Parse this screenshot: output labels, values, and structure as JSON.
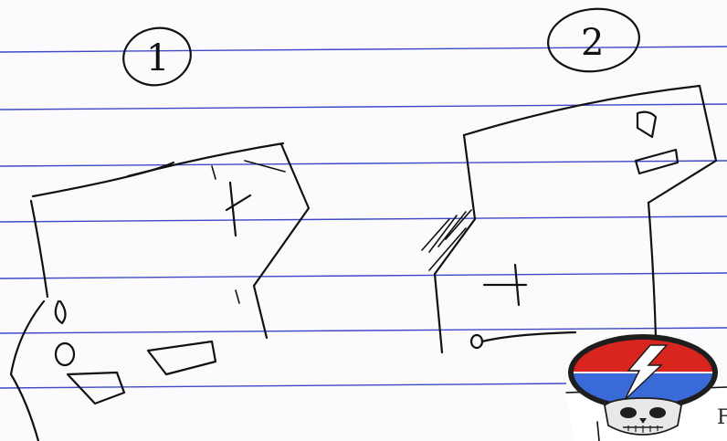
{
  "sketches": [
    {
      "label": "1"
    },
    {
      "label": "2"
    }
  ],
  "sticker": {
    "logo": "skull-lightning-bolt-sticker",
    "colors": {
      "top": "#d8261f",
      "bottom": "#3a6ad8",
      "bolt": "#ffffff",
      "ring": "#1e1e1e"
    }
  },
  "edge_text": "F",
  "colors": {
    "ruled_line": "#3f49c8",
    "ink": "#111111",
    "paper": "#fbfbfd"
  }
}
